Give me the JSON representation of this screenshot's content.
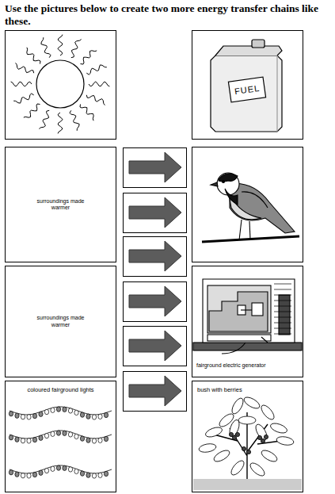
{
  "diagram": {
    "title": "Use the pictures below to create two more energy transfer chains like these.",
    "nodes": [
      {
        "text": [
          "surroundings made warmer"
        ]
      },
      {
        "text": [
          "surroundings made warmer"
        ]
      },
      {
        "text": [
          "fairground electric generator"
        ]
      },
      {
        "text": [
          "coloured fairground lights"
        ]
      },
      {
        "text": [
          "bush with berries"
        ]
      }
    ],
    "labels": [
      "FUEL"
    ]
  }
}
